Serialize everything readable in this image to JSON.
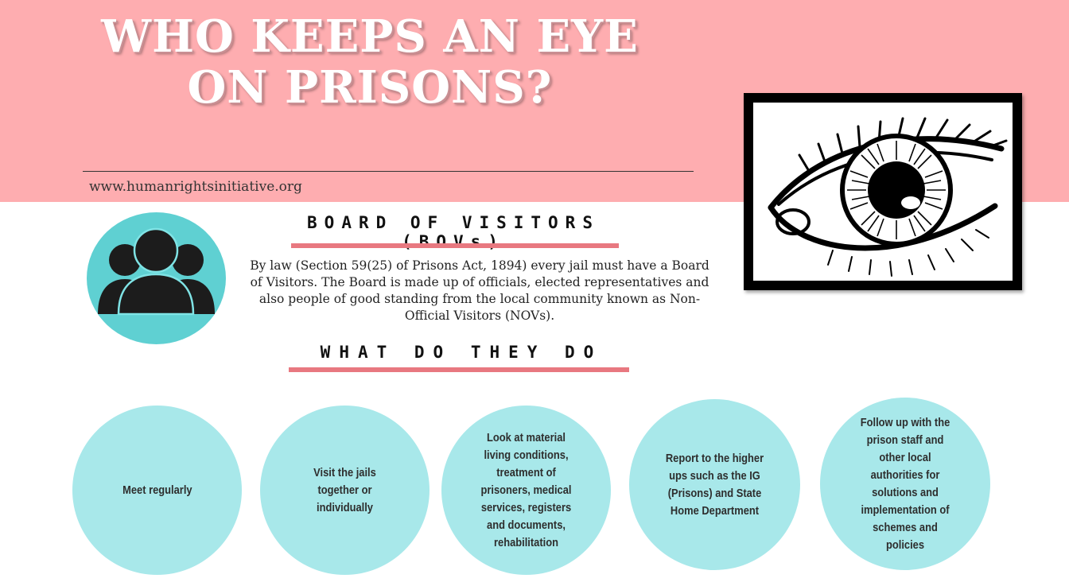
{
  "header": {
    "title": "WHO KEEPS AN EYE ON PRISONS?",
    "website": "www.humanrightsinitiative.org"
  },
  "bov": {
    "heading": "BOARD OF VISITORS (BOVs)",
    "paragraph": "By law (Section 59(25) of Prisons Act, 1894) every jail must have a Board of Visitors. The Board is made up of officials, elected representatives and also people of good standing from the local community known as Non-Official Visitors (NOVs)."
  },
  "what": {
    "heading": "WHAT DO THEY DO",
    "activities": [
      "Meet regularly",
      "Visit the jails together or individually",
      "Look at material living conditions, treatment of prisoners, medical services, registers and documents, rehabilitation",
      "Report to the higher ups such as the IG (Prisons) and State Home Department",
      "Follow up with the prison staff and other local authorities for solutions and implementation of schemes and policies"
    ]
  },
  "colors": {
    "header_pink": "#feadb0",
    "accent_bar": "#e87880",
    "circle_teal": "#a8e8ea",
    "people_circle": "#5fd0d2"
  },
  "icons": {
    "eye": "eye-illustration",
    "people": "group-people-icon"
  }
}
